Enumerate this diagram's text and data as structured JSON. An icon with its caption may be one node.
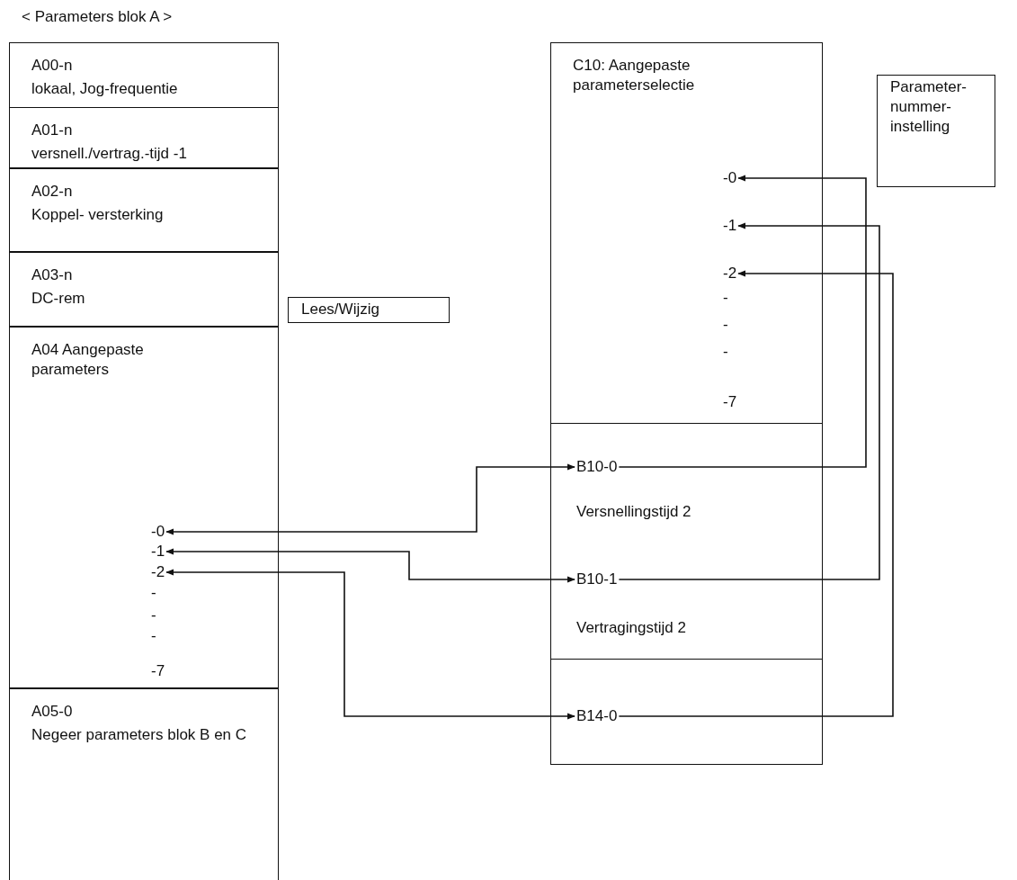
{
  "diagram": {
    "title": "< Parameters blok A >",
    "nodes": [
      {
        "text": [
          "A00-n",
          "lokaal, Jog-frequentie"
        ]
      },
      {
        "text": [
          "A01-n",
          "versnell./vertrag.-tijd -1"
        ]
      },
      {
        "text": [
          "A02-n",
          "Koppel- versterking"
        ]
      },
      {
        "text": [
          "A03-n",
          "DC-rem"
        ]
      },
      {
        "text": [
          "A04 Aangepaste parameters"
        ]
      },
      {
        "text": [
          "-0"
        ],
        "in": 4
      },
      {
        "text": [
          "-1"
        ],
        "in": 4
      },
      {
        "text": [
          "-2"
        ],
        "in": 4
      },
      {
        "text": [
          "-"
        ],
        "in": 4
      },
      {
        "text": [
          "-"
        ],
        "in": 4
      },
      {
        "text": [
          "-"
        ],
        "in": 4
      },
      {
        "text": [
          "-7"
        ],
        "in": 4
      },
      {
        "text": [
          "A05-0",
          "Negeer parameters blok B en C"
        ]
      },
      {
        "text": [
          "Lees/Wijzig"
        ]
      },
      {
        "text": [
          "C10: Aangepaste parameterselectie"
        ]
      },
      {
        "text": [
          "-0"
        ],
        "in": 14
      },
      {
        "text": [
          "-1"
        ],
        "in": 14
      },
      {
        "text": [
          "-2"
        ],
        "in": 14
      },
      {
        "text": [
          "-"
        ],
        "in": 14
      },
      {
        "text": [
          "-"
        ],
        "in": 14
      },
      {
        "text": [
          "-"
        ],
        "in": 14
      },
      {
        "text": [
          "-7"
        ],
        "in": 14
      },
      {
        "text": [],
        "shape": "box"
      },
      {
        "text": [
          "B10-0"
        ],
        "in": 22,
        "beside": [
          "Versnellingstijd 2"
        ]
      },
      {
        "text": [
          "B10-1"
        ],
        "in": 22,
        "beside": [
          "Vertragingstijd 2"
        ]
      },
      {
        "text": [],
        "shape": "box"
      },
      {
        "text": [
          "B14-0"
        ],
        "in": 25
      },
      {
        "text": [
          "Parameter- nummer- instelling"
        ]
      }
    ],
    "edges": [
      {
        "from": 5,
        "to": 23,
        "arrow": "both"
      },
      {
        "from": 6,
        "to": 24,
        "arrow": "both"
      },
      {
        "from": 7,
        "to": 26,
        "arrow": "both"
      },
      {
        "from": 23,
        "to": 15,
        "arrow": "to"
      },
      {
        "from": 24,
        "to": 16,
        "arrow": "to"
      },
      {
        "from": 26,
        "to": 17,
        "arrow": "to"
      }
    ]
  }
}
